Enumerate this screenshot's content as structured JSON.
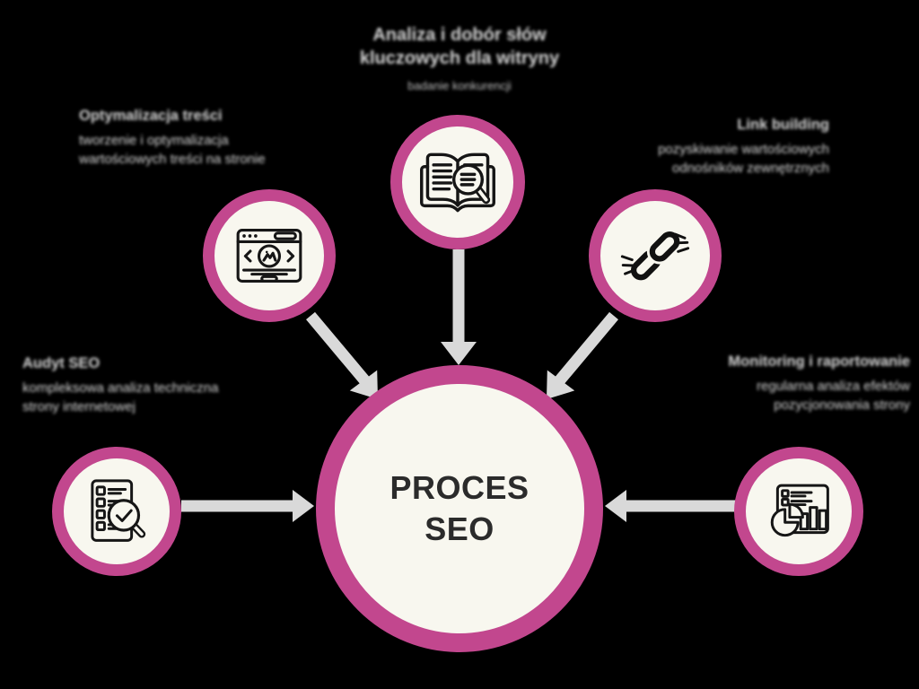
{
  "diagram": {
    "type": "hub-and-spoke infographic",
    "center": {
      "label": "PROCES SEO"
    },
    "colors": {
      "background": "#000000",
      "ring_pink": "#c2478e",
      "circle_fill": "#f8f7ef",
      "connector_gray": "#d9d9d9",
      "label_gray": "#d6d6d6",
      "center_text": "#2b2b2b",
      "icon_stroke": "#161616"
    },
    "note": "Satellite label text is blurred/illegible in the source image; values below are best-guess reconstructions rendered with a blur.",
    "nodes": [
      {
        "position": "top",
        "icon": "book-search-icon",
        "heading_line1": "Analiza i dobór słów",
        "heading_line2": "kluczowych dla witryny",
        "body": "badanie konkurencji"
      },
      {
        "position": "top-left",
        "icon": "website-content-icon",
        "heading": "Optymalizacja treści",
        "body": "tworzenie i optymalizacja wartościowych treści na stronie"
      },
      {
        "position": "top-right",
        "icon": "link-building-icon",
        "heading": "Link building",
        "body": "pozyskiwanie wartościowych odnośników zewnętrznych"
      },
      {
        "position": "left",
        "icon": "audit-checklist-icon",
        "heading": "Audyt SEO",
        "body": "kompleksowa analiza techniczna strony internetowej"
      },
      {
        "position": "right",
        "icon": "report-charts-icon",
        "heading": "Monitoring i raportowanie",
        "body": "regularna analiza efektów pozycjonowania strony"
      }
    ]
  }
}
